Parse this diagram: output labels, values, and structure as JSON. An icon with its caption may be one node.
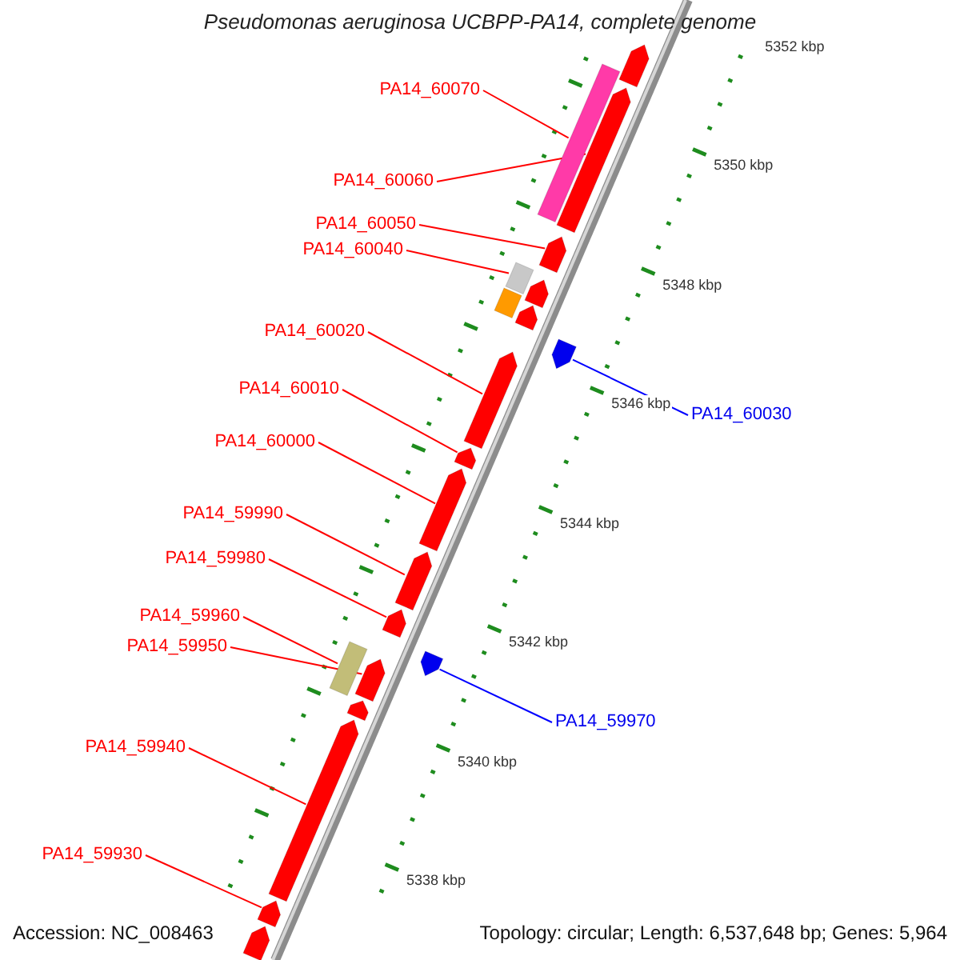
{
  "diagram": {
    "title": "Pseudomonas aeruginosa UCBPP-PA14, complete genome",
    "nodes": [
      {
        "text": [
          "PA14_60070"
        ]
      },
      {
        "text": [
          "PA14_60060"
        ]
      },
      {
        "text": [
          "PA14_60050"
        ]
      },
      {
        "text": [
          "PA14_60040"
        ]
      },
      {
        "text": [
          "PA14_60020"
        ]
      },
      {
        "text": [
          "PA14_60010"
        ]
      },
      {
        "text": [
          "PA14_60030"
        ]
      },
      {
        "text": [
          "PA14_60000"
        ]
      },
      {
        "text": [
          "PA14_59990"
        ]
      },
      {
        "text": [
          "PA14_59980"
        ]
      },
      {
        "text": [
          "PA14_59960"
        ]
      },
      {
        "text": [
          "PA14_59950"
        ]
      },
      {
        "text": [
          "PA14_59970"
        ]
      },
      {
        "text": [
          "PA14_59940"
        ]
      },
      {
        "text": [
          "PA14_59930"
        ]
      },
      {
        "text": [],
        "shape": "arrow"
      },
      {
        "text": [],
        "shape": "box"
      },
      {
        "text": [],
        "shape": "arrow"
      },
      {
        "text": [],
        "shape": "arrow"
      },
      {
        "text": [],
        "shape": "box"
      },
      {
        "text": [],
        "shape": "arrow"
      },
      {
        "text": [],
        "shape": "box"
      },
      {
        "text": [],
        "shape": "arrow"
      },
      {
        "text": [],
        "shape": "arrow"
      },
      {
        "text": [],
        "shape": "arrow"
      },
      {
        "text": [],
        "shape": "arrow"
      },
      {
        "text": [],
        "shape": "arrow"
      },
      {
        "text": [],
        "shape": "arrow"
      },
      {
        "text": [],
        "shape": "arrow"
      },
      {
        "text": [],
        "shape": "box"
      },
      {
        "text": [],
        "shape": "arrow"
      },
      {
        "text": [],
        "shape": "arrow"
      },
      {
        "text": [],
        "shape": "arrow"
      },
      {
        "text": [],
        "shape": "arrow"
      },
      {
        "text": [],
        "shape": "arrow"
      },
      {
        "text": [],
        "shape": "arrow"
      }
    ],
    "edges": [
      {
        "from": 0,
        "to": 16,
        "arrow": "none"
      },
      {
        "from": 1,
        "to": 17,
        "arrow": "none"
      },
      {
        "from": 2,
        "to": 18,
        "arrow": "none"
      },
      {
        "from": 3,
        "to": 19,
        "arrow": "none"
      },
      {
        "from": 4,
        "to": 24,
        "arrow": "none"
      },
      {
        "from": 5,
        "to": 25,
        "arrow": "none"
      },
      {
        "from": 6,
        "to": 23,
        "arrow": "none",
        "color": "#0000ff"
      },
      {
        "from": 7,
        "to": 26,
        "arrow": "none"
      },
      {
        "from": 8,
        "to": 27,
        "arrow": "none"
      },
      {
        "from": 9,
        "to": 28,
        "arrow": "none"
      },
      {
        "from": 10,
        "to": 29,
        "arrow": "none"
      },
      {
        "from": 11,
        "to": 31,
        "arrow": "none"
      },
      {
        "from": 12,
        "to": 30,
        "arrow": "none",
        "color": "#0000ff"
      },
      {
        "from": 13,
        "to": 33,
        "arrow": "none"
      },
      {
        "from": 14,
        "to": 34,
        "arrow": "none"
      }
    ],
    "labels": [
      "5352 kbp",
      "5350 kbp",
      "5348 kbp",
      "5346 kbp",
      "5344 kbp",
      "5342 kbp",
      "5340 kbp",
      "5338 kbp",
      "Accession: NC_008463",
      "Topology: circular; Length: 6,537,648 bp; Genes: 5,964"
    ]
  }
}
